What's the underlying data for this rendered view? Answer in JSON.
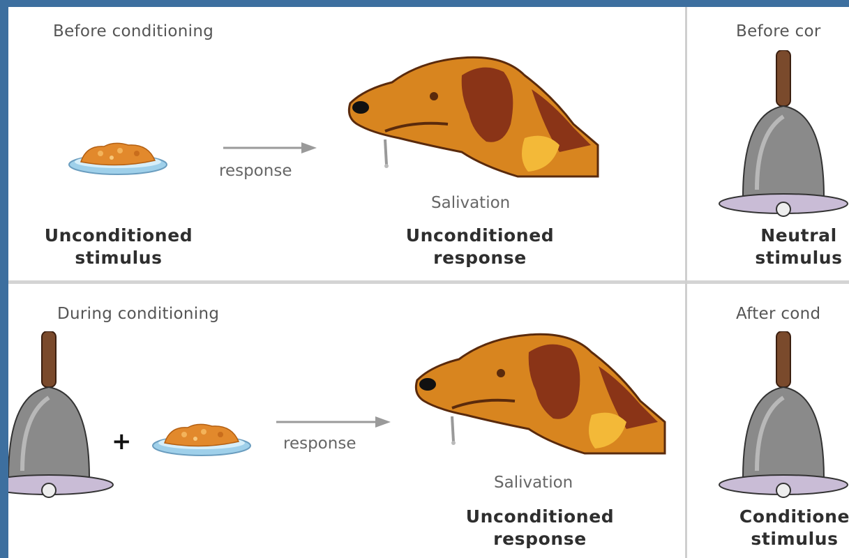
{
  "panels": {
    "before_left": {
      "heading": "Before conditioning",
      "arrow_label": "response",
      "response_word": "Salivation",
      "stimulus_line1": "Unconditioned",
      "stimulus_line2": "stimulus",
      "response_line1": "Unconditioned",
      "response_line2": "response"
    },
    "before_right": {
      "heading": "Before cor",
      "label_line1": "Neutral",
      "label_line2": "stimulus"
    },
    "during_left": {
      "heading": "During conditioning",
      "plus": "+",
      "arrow_label": "response",
      "response_word": "Salivation",
      "response_line1": "Unconditioned",
      "response_line2": "response"
    },
    "after_right": {
      "heading": "After cond",
      "label_line1": "Conditione",
      "label_line2": "stimulus"
    }
  },
  "colors": {
    "frame": "#3d6f9f",
    "dog_fur": "#d8851f",
    "dog_dark": "#8a3417",
    "bell": "#8a8a8a",
    "bell_rim": "#c9bcd6",
    "dish": "#9fd0ea",
    "food": "#e2892c"
  },
  "icons": [
    "food-dish-icon",
    "arrow-right-icon",
    "dog-head-icon",
    "bell-icon",
    "plus-icon"
  ]
}
